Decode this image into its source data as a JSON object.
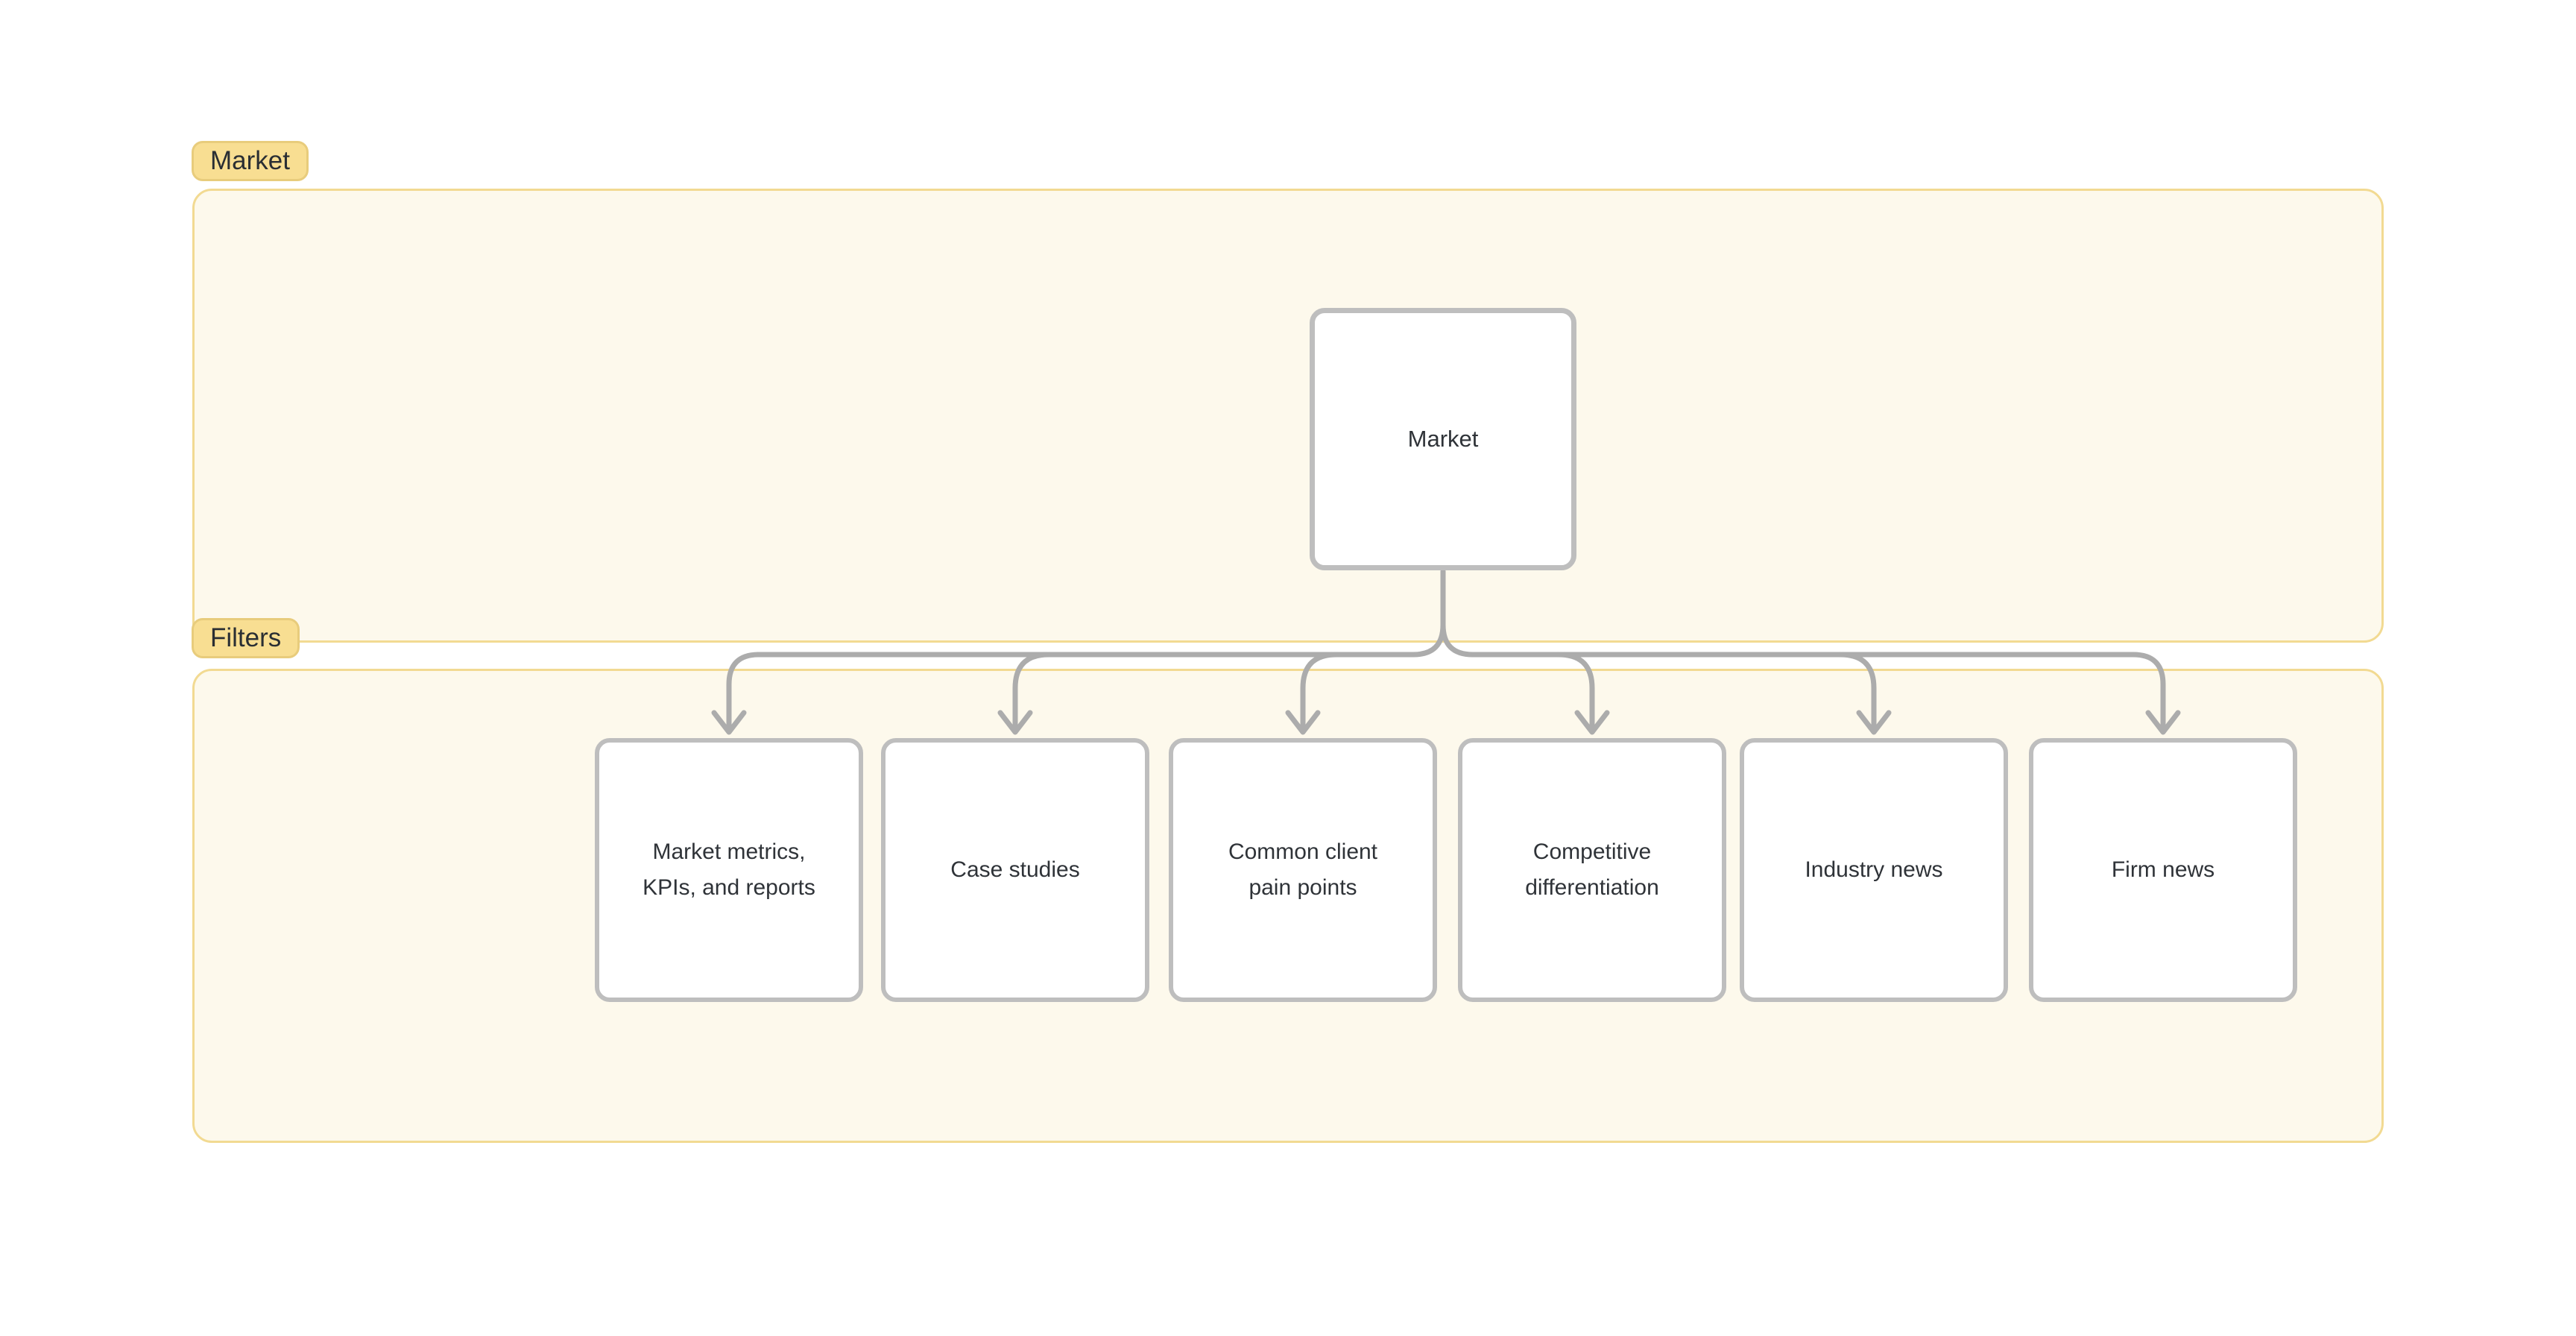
{
  "groups": {
    "market": {
      "label": "Market"
    },
    "filters": {
      "label": "Filters"
    }
  },
  "nodes": {
    "root": {
      "label": "Market"
    },
    "children": [
      {
        "label": "Market metrics, KPIs, and reports"
      },
      {
        "label": "Case studies"
      },
      {
        "label": "Common client pain points"
      },
      {
        "label": "Competitive differentiation"
      },
      {
        "label": "Industry news"
      },
      {
        "label": "Firm news"
      }
    ]
  },
  "colors": {
    "badge_bg": "#F8DE92",
    "badge_border": "#E8CC7C",
    "frame_bg": "#FDF9EC",
    "frame_border": "#F2DA92",
    "node_border": "#BEBEBE",
    "connector": "#ACACAC",
    "text": "#2F3338",
    "page_bg": "#FFFFFF"
  }
}
